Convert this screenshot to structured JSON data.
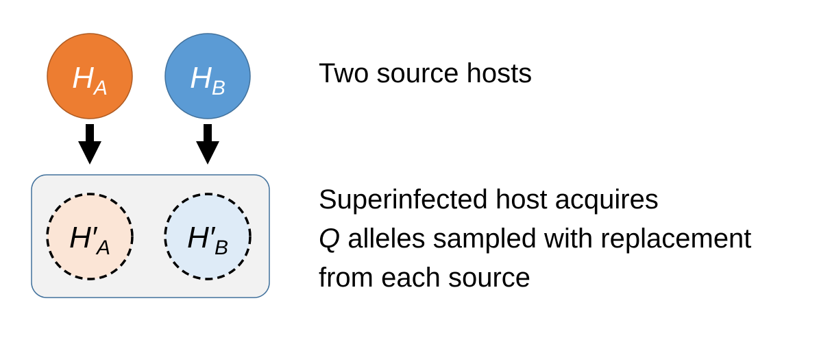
{
  "colors": {
    "host_a": "#ed7d31",
    "host_b": "#5b9bd5",
    "host_a_light": "#fbe5d6",
    "host_b_light": "#deebf7",
    "container_fill": "#f2f2f2",
    "container_stroke": "#41719c",
    "arrow": "#000000"
  },
  "nodes": {
    "host_a": {
      "base": "H",
      "sub": "A"
    },
    "host_b": {
      "base": "H",
      "sub": "B"
    },
    "host_a_prime": {
      "base": "H′",
      "sub": "A"
    },
    "host_b_prime": {
      "base": "H′",
      "sub": "B"
    }
  },
  "captions": {
    "sources": "Two source hosts",
    "superinfected": {
      "line1": "Superinfected host acquires",
      "line2_var": "Q",
      "line2_rest": " alleles sampled with replacement",
      "line3": "from each source"
    }
  }
}
